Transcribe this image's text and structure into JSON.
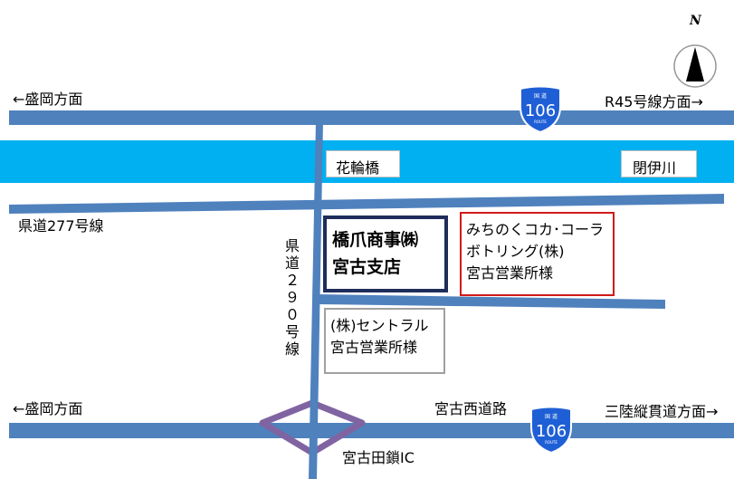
{
  "labels": {
    "route45_west": "←盛岡方面",
    "route45_east": "R45号線方面→",
    "bridge": "花輪橋",
    "gate_river": "閉伊川",
    "pref_road_277": "県道277号線",
    "pref_road_290": "県道２９０号線",
    "bottom_west": "←盛岡方面",
    "west_road": "宮古西道路",
    "sanriku_east": "三陸縦貫道方面→",
    "interchange": "宮古田鎖IC"
  },
  "boxes": {
    "hashizume": {
      "line1": "橋爪商事㈱",
      "line2": "宮古支店"
    },
    "cocacola": {
      "line1": "みちのくコカ･コーラ",
      "line2": "ボトリング(株)",
      "line3": "宮古営業所様"
    },
    "central": {
      "line1": "(株)セントラル",
      "line2": "宮古営業所様"
    }
  },
  "shields": {
    "top": {
      "header": "国 道",
      "number": "106",
      "footer": "ROUTE"
    },
    "bottom": {
      "header": "国 道",
      "number": "106",
      "footer": "ROUTE"
    }
  },
  "compass": {
    "letter": "N"
  },
  "colors": {
    "road": "#4f81bd",
    "river": "#00b0f0",
    "interchange": "#8064a2",
    "shield": "#1f5fd6",
    "hashizume_border": "#1f2d5a",
    "cocacola_border": "#d11a1a",
    "central_border": "#a0a0a0"
  }
}
